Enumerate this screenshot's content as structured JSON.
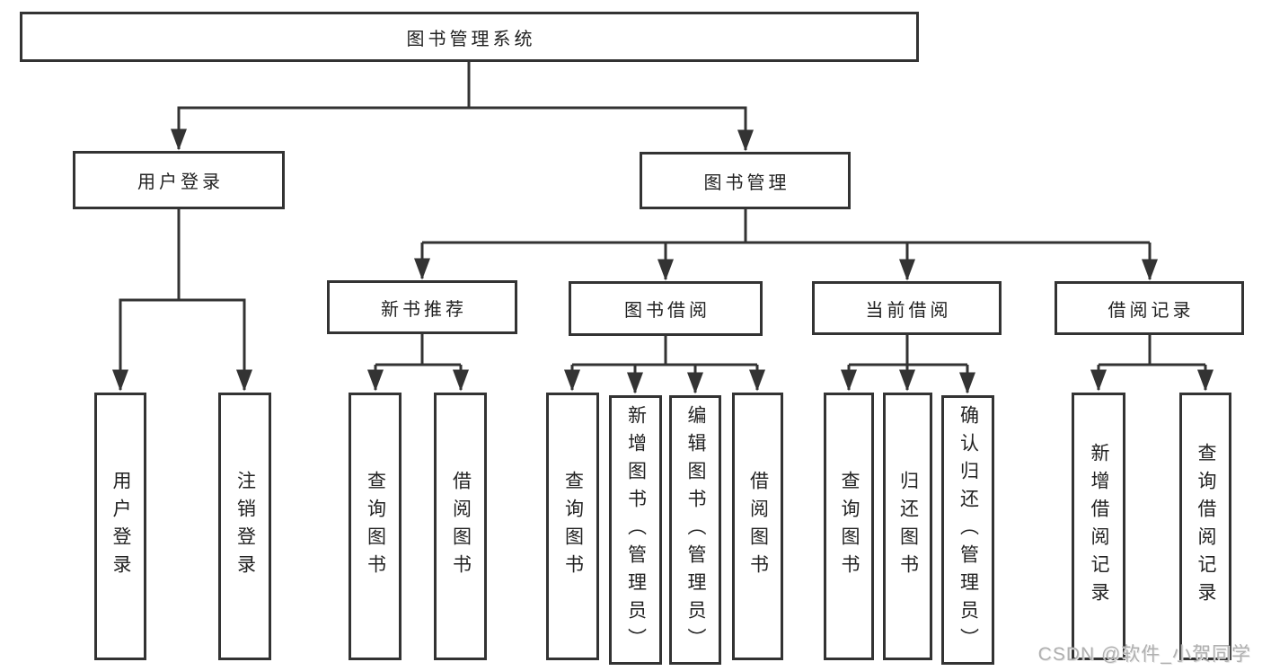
{
  "tree": {
    "root": "图书管理系统",
    "branches": [
      {
        "label": "用户登录",
        "children": [
          "用户登录",
          "注销登录"
        ]
      },
      {
        "label": "图书管理",
        "children": [
          {
            "label": "新书推荐",
            "children": [
              "查询图书",
              "借阅图书"
            ]
          },
          {
            "label": "图书借阅",
            "children": [
              "查询图书",
              "新增图书（管理员）",
              "编辑图书（管理员）",
              "借阅图书"
            ]
          },
          {
            "label": "当前借阅",
            "children": [
              "查询图书",
              "归还图书",
              "确认归还（管理员）"
            ]
          },
          {
            "label": "借阅记录",
            "children": [
              "新增借阅记录",
              "查询借阅记录"
            ]
          }
        ]
      }
    ]
  },
  "watermark": {
    "text": "CSDN @软件_小贺同学"
  },
  "colors": {
    "line": "#333333",
    "text": "#222222",
    "box_background": "#ffffff",
    "watermark": "#b0b0b0",
    "page_background": "#ffffff"
  }
}
